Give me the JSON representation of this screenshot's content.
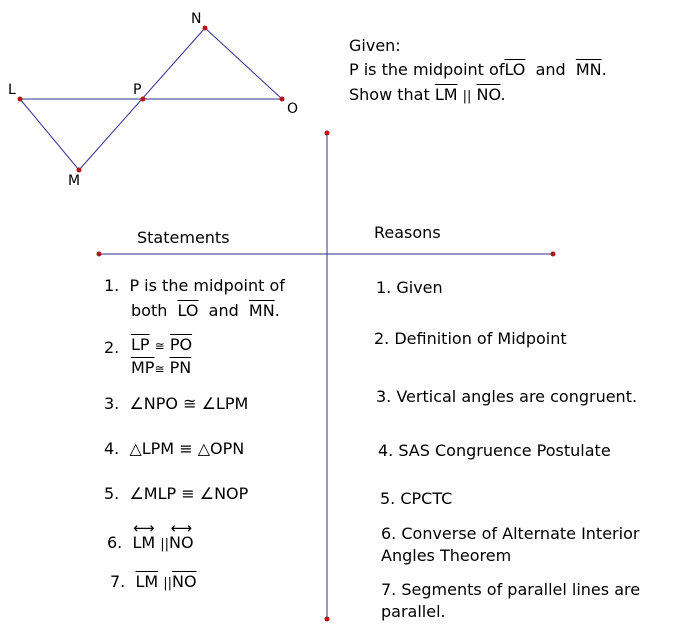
{
  "figure": {
    "points": {
      "N": "N",
      "L": "L",
      "P": "P",
      "O": "O",
      "M": "M"
    }
  },
  "given": {
    "heading": "Given:",
    "line1_prefix": "P is the midpoint of",
    "seg_lo": "LO",
    "and": "and",
    "seg_mn": "MN",
    "period": ".",
    "line2_prefix": "Show that",
    "seg_lm": "LM",
    "parallel": "||",
    "seg_no": "NO",
    "line2_end": "."
  },
  "proof": {
    "statements_header": "Statements",
    "reasons_header": "Reasons",
    "s1_num": "1.",
    "s1_text": "P is the midpoint of",
    "s1b_prefix": "both",
    "s1b_seg1": "LO",
    "s1b_and": "and",
    "s1b_seg2": "MN",
    "s1b_end": ".",
    "s2_num": "2.",
    "s2a_seg1": "LP",
    "s2a_sym": "≅",
    "s2a_seg2": "PO",
    "s2b_seg1": "MP",
    "s2b_sym": "≅",
    "s2b_seg2": "PN",
    "s3_num": "3.",
    "s3_text": "∠NPO ≅ ∠LPM",
    "s4_num": "4.",
    "s4_text": "△LPM ≡ △OPN",
    "s5_num": "5.",
    "s5_text": "∠MLP ≡ ∠NOP",
    "s6_num": "6.",
    "s6_line1": "LM",
    "s6_par": "||",
    "s6_line2": "NO",
    "s7_num": "7.",
    "s7_seg1": "LM",
    "s7_par": "||",
    "s7_seg2": "NO",
    "r1": "1.  Given",
    "r2": "2. Definition of Midpoint",
    "r3": "3.  Vertical angles are congruent.",
    "r4": "4.  SAS Congruence Postulate",
    "r5": "5.  CPCTC",
    "r6a": "6.  Converse of Alternate Interior",
    "r6b": "Angles Theorem",
    "r7a": "7.  Segments of parallel lines are",
    "r7b": "parallel."
  },
  "colors": {
    "line": "#303090",
    "point": "#b01818",
    "text": "#000000"
  }
}
